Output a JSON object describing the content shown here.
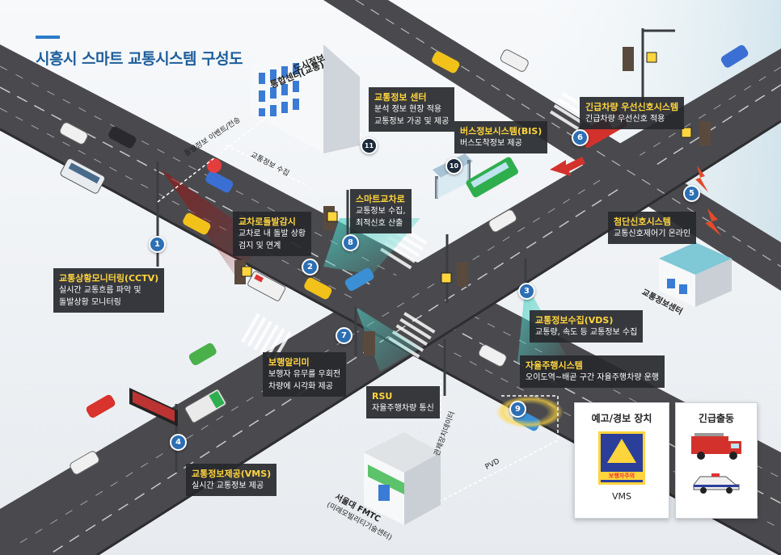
{
  "title": "시흥시 스마트 교통시스템 구성도",
  "buildings": {
    "center_line1": "도시정보",
    "center_line2": "통합센터(교통)",
    "traffic_info_center": "교통정보센터",
    "fmtc_line1": "서울대 FMTC",
    "fmtc_line2": "(미래모빌리티기술센터)"
  },
  "road_labels": {
    "event_transfer": "돌발정보 이벤트/전송",
    "info_collect": "교통정보 수집",
    "pvd": "PVD",
    "control_data": "관제장치데이터"
  },
  "callouts": [
    {
      "num": "1",
      "head": "교통상황모니터링(CCTV)",
      "lines": [
        "실시간 교통흐름 파악 및",
        "돌발상황 모니터링"
      ]
    },
    {
      "num": "2",
      "head": "교차로돌발감시",
      "lines": [
        "교차로 내 돌발 상황",
        "검지 및 연계"
      ]
    },
    {
      "num": "3",
      "head": "교통정보수집(VDS)",
      "lines": [
        "교통량, 속도 등 교통정보 수집"
      ]
    },
    {
      "num": "4",
      "head": "교통정보제공(VMS)",
      "lines": [
        "실시간 교통정보 제공"
      ]
    },
    {
      "num": "5",
      "head": "첨단신호시스템",
      "lines": [
        "교통신호제어기 온라인"
      ]
    },
    {
      "num": "6",
      "head": "긴급차량 우선신호시스템",
      "lines": [
        "긴급차량 우선신호 적용"
      ]
    },
    {
      "num": "7",
      "head": "보행알리미",
      "lines": [
        "보행자 유무를 우회전",
        "차량에 시각화 제공"
      ]
    },
    {
      "num": "8",
      "head": "스마트교차로",
      "lines": [
        "교통정보 수집,",
        "최적신호 산출"
      ]
    },
    {
      "num": "9",
      "head": "자율주행시스템",
      "lines": [
        "오이도역~배곧 구간 자율주행차량 운행"
      ]
    },
    {
      "num": "10",
      "head": "버스정보시스템(BIS)",
      "lines": [
        "버스도착정보 제공"
      ]
    },
    {
      "num": "11",
      "head": "교통정보 센터",
      "lines": [
        "분석 정보 현장 적용",
        "교통정보 가공 및 제공"
      ]
    }
  ],
  "rsu": {
    "head": "RSU",
    "line": "자율주행차량 통신"
  },
  "panels": {
    "warning_title": "예고/경보 장치",
    "warning_sign_text": "보행자주의",
    "warning_caption": "VMS",
    "emergency_title": "긴급출동"
  },
  "colors": {
    "road": "#4a4a4e",
    "lane": "#ffffff",
    "callout_head": "#ffd53d",
    "badge": "#2d6fb3",
    "title": "#1d5d9b"
  }
}
